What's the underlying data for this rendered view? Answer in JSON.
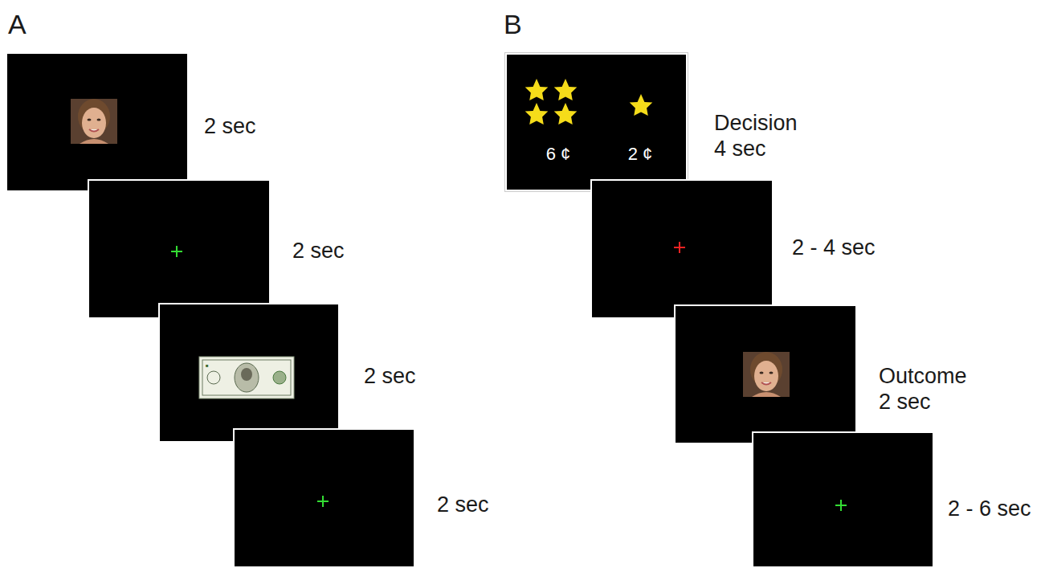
{
  "diagram": {
    "nodes": [
      {
        "text": [
          "6 ¢",
          "2 ¢"
        ]
      }
    ],
    "edges": [],
    "labels": [
      "A",
      "2 sec",
      "2 sec",
      "2 sec",
      "2 sec",
      "B",
      "Decision 4 sec",
      "2 - 4 sec",
      "Outcome 2 sec",
      "2 - 6 sec"
    ]
  }
}
